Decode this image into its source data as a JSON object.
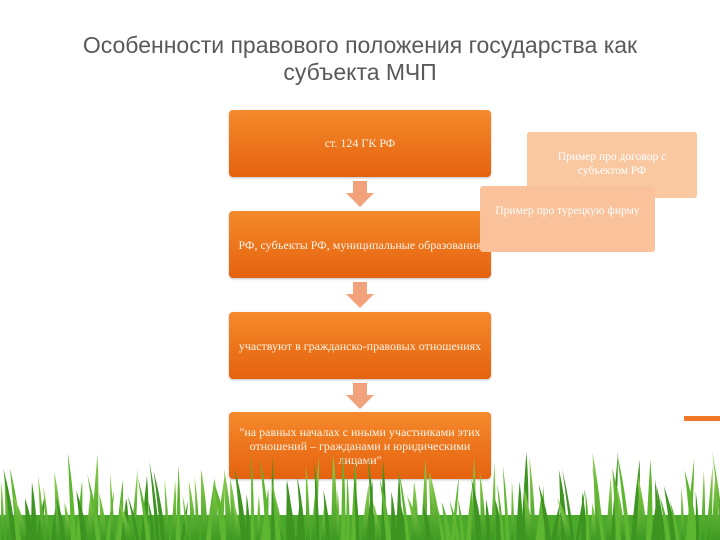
{
  "slide": {
    "title_line1": "Особенности правового положения государства как",
    "title_line2": "субъекта МЧП"
  },
  "flow": {
    "step1": "ст. 124 ГК РФ",
    "step2": "РФ, субъекты РФ, муниципальные образования",
    "step3": "участвуют в гражданско-правовых отношениях",
    "step4": "\"на равных началах с иными участниками этих отношений – гражданами и юридическими лицами\""
  },
  "notes": {
    "note1": "Пример про договор с субъектом РФ",
    "note2": "Пример про турецкую фирму"
  },
  "colors": {
    "box": "#ee7820",
    "arrow": "#f2a27a",
    "note": "#f9c8a0",
    "title": "#595959",
    "grass": "#5ab52e"
  }
}
